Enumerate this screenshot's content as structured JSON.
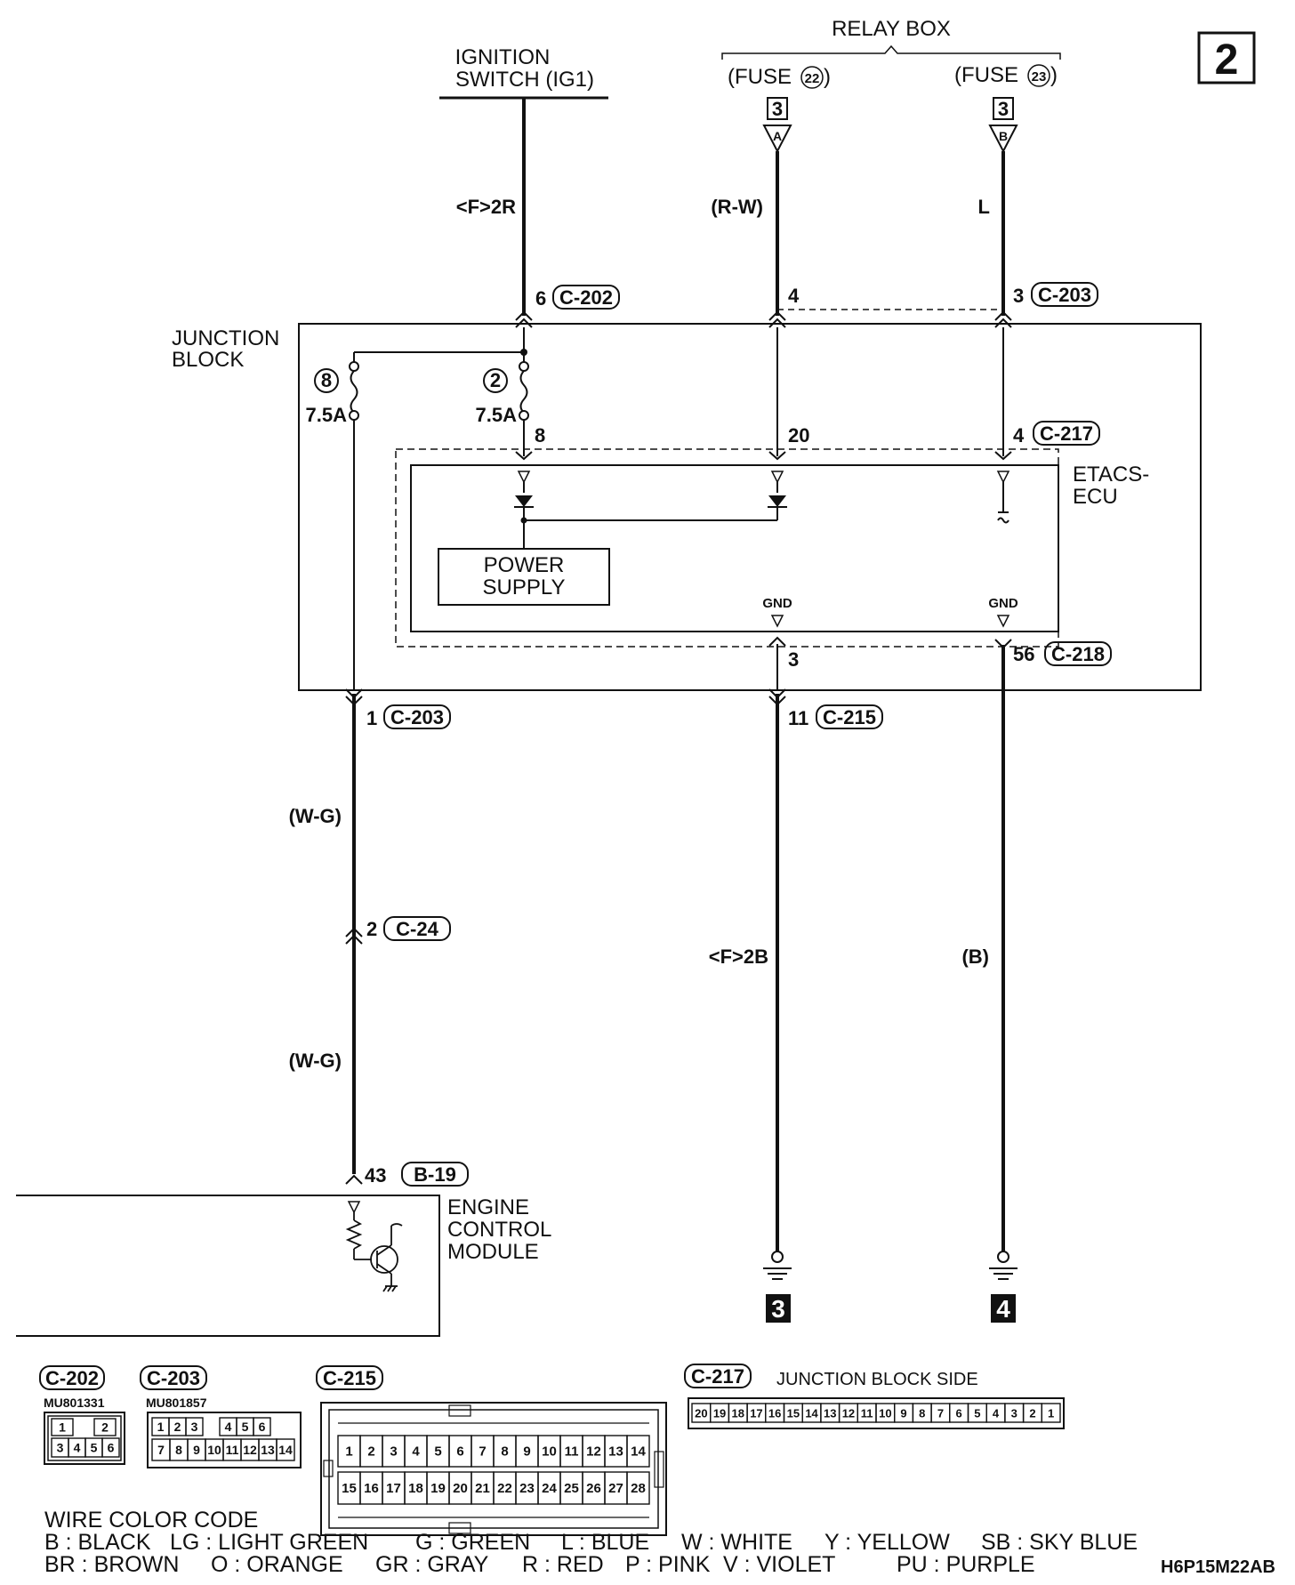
{
  "page_number": "2",
  "relay_box": {
    "title": "RELAY BOX",
    "fuse_a": {
      "prefix": "(FUSE",
      "num": "22",
      "suffix": ")",
      "ref": "3",
      "letter": "A"
    },
    "fuse_b": {
      "prefix": "(FUSE",
      "num": "23",
      "suffix": ")",
      "ref": "3",
      "letter": "B"
    }
  },
  "ignition_switch": {
    "line1": "IGNITION",
    "line2": "SWITCH (IG1)"
  },
  "wires": {
    "ig1": "<F>2R",
    "fuse_a": "(R-W)",
    "fuse_b": "L",
    "ecm_upper": "(W-G)",
    "ecm_lower": "(W-G)",
    "ground3": "<F>2B",
    "ground4": "(B)"
  },
  "pins": {
    "c202_6": "6",
    "c202": "C-202",
    "top_4": "4",
    "c203_3": "3",
    "c203": "C-203",
    "fuse2_out": "8",
    "mid_20": "20",
    "c217_4": "4",
    "c217": "C-217",
    "gnd_3": "3",
    "c218_56": "56",
    "c218": "C-218",
    "c203_1": "1",
    "c203b": "C-203",
    "c215_11": "11",
    "c215": "C-215",
    "c24_2": "2",
    "c24": "C-24",
    "b19_43": "43",
    "b19": "B-19"
  },
  "junction_block": {
    "line1": "JUNCTION",
    "line2": "BLOCK"
  },
  "fuses": {
    "f8": {
      "num": "8",
      "rating": "7.5A"
    },
    "f2": {
      "num": "2",
      "rating": "7.5A"
    }
  },
  "etacs": {
    "line1": "ETACS-",
    "line2": "ECU"
  },
  "power_supply": {
    "line1": "POWER",
    "line2": "SUPPLY"
  },
  "gnd_labels": {
    "left": "GND",
    "right": "GND"
  },
  "ecm": {
    "line1": "ENGINE",
    "line2": "CONTROL",
    "line3": "MODULE"
  },
  "grounds": {
    "g3": "3",
    "g4": "4"
  },
  "connectors": {
    "c202": {
      "name": "C-202",
      "part": "MU801331",
      "row1": [
        "1",
        "",
        "2"
      ],
      "row2": [
        "3",
        "4",
        "5",
        "6"
      ]
    },
    "c203": {
      "name": "C-203",
      "part": "MU801857",
      "row1": [
        "1",
        "2",
        "3",
        "",
        "4",
        "5",
        "6"
      ],
      "row2": [
        "7",
        "8",
        "9",
        "10",
        "11",
        "12",
        "13",
        "14"
      ]
    },
    "c215": {
      "name": "C-215",
      "row1": [
        "1",
        "2",
        "3",
        "4",
        "5",
        "6",
        "7",
        "8",
        "9",
        "10",
        "11",
        "12",
        "13",
        "14"
      ],
      "row2": [
        "15",
        "16",
        "17",
        "18",
        "19",
        "20",
        "21",
        "22",
        "23",
        "24",
        "25",
        "26",
        "27",
        "28"
      ]
    },
    "c217": {
      "name": "C-217",
      "side_label": "JUNCTION BLOCK SIDE",
      "cells": [
        "20",
        "19",
        "18",
        "17",
        "16",
        "15",
        "14",
        "13",
        "12",
        "11",
        "10",
        "9",
        "8",
        "7",
        "6",
        "5",
        "4",
        "3",
        "2",
        "1"
      ]
    }
  },
  "wire_color_code": {
    "title": "WIRE COLOR CODE",
    "row1": [
      "B : BLACK",
      "LG : LIGHT GREEN",
      "G : GREEN",
      "L : BLUE",
      "W : WHITE",
      "Y : YELLOW",
      "SB : SKY BLUE"
    ],
    "row2": [
      "BR : BROWN",
      "O : ORANGE",
      "GR : GRAY",
      "R : RED",
      "P : PINK",
      "V : VIOLET",
      "PU : PURPLE"
    ]
  },
  "figure_id": "H6P15M22AB"
}
